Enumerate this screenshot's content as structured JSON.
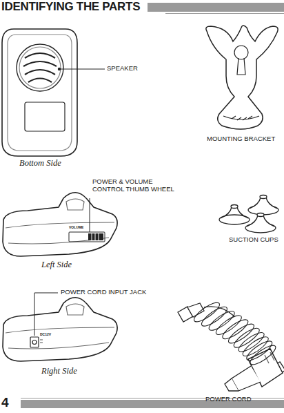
{
  "diagram": {
    "title": "IDENTIFYING THE PARTS",
    "labels": [
      "SPEAKER",
      "MOUNTING BRACKET",
      "Bottom Side",
      "POWER & VOLUME CONTROL THUMB WHEEL",
      "VOLUME",
      "SUCTION CUPS",
      "Left Side",
      "POWER CORD INPUT JACK",
      "DC12V",
      "Right Side",
      "POWER CORD",
      "4"
    ]
  }
}
